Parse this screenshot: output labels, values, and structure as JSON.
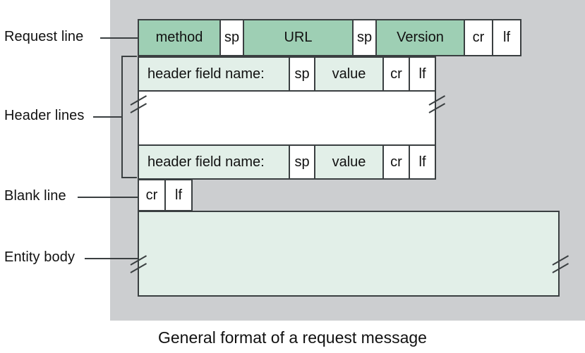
{
  "figure": {
    "caption": "General format of a request message",
    "colors": {
      "background": "#ffffff",
      "panel_grey": "#ccced0",
      "field_dark_green": "#9ecfb4",
      "field_light_green": "#e2efe8",
      "field_white": "#ffffff",
      "stroke": "#3a3f41",
      "text": "#111111"
    }
  },
  "labels": {
    "request_line": "Request line",
    "header_lines": "Header lines",
    "blank_line": "Blank line",
    "entity_body": "Entity body"
  },
  "request_line": {
    "cells": [
      {
        "text": "method",
        "fill": "dark"
      },
      {
        "text": "sp",
        "fill": "white"
      },
      {
        "text": "URL",
        "fill": "dark"
      },
      {
        "text": "sp",
        "fill": "white"
      },
      {
        "text": "Version",
        "fill": "dark"
      },
      {
        "text": "cr",
        "fill": "white"
      },
      {
        "text": "lf",
        "fill": "white"
      }
    ]
  },
  "header_line_1": {
    "cells": [
      {
        "text": "header field name:",
        "fill": "light"
      },
      {
        "text": "sp",
        "fill": "white"
      },
      {
        "text": "value",
        "fill": "light"
      },
      {
        "text": "cr",
        "fill": "white"
      },
      {
        "text": "lf",
        "fill": "white"
      }
    ]
  },
  "header_gap": {
    "fill": "white",
    "break_marks": 2
  },
  "header_line_2": {
    "cells": [
      {
        "text": "header field name:",
        "fill": "light"
      },
      {
        "text": "sp",
        "fill": "white"
      },
      {
        "text": "value",
        "fill": "light"
      },
      {
        "text": "cr",
        "fill": "white"
      },
      {
        "text": "lf",
        "fill": "white"
      }
    ]
  },
  "blank_line": {
    "cells": [
      {
        "text": "cr",
        "fill": "white"
      },
      {
        "text": "lf",
        "fill": "white"
      }
    ]
  },
  "entity_body": {
    "text": "",
    "fill": "light",
    "break_marks": 2
  }
}
